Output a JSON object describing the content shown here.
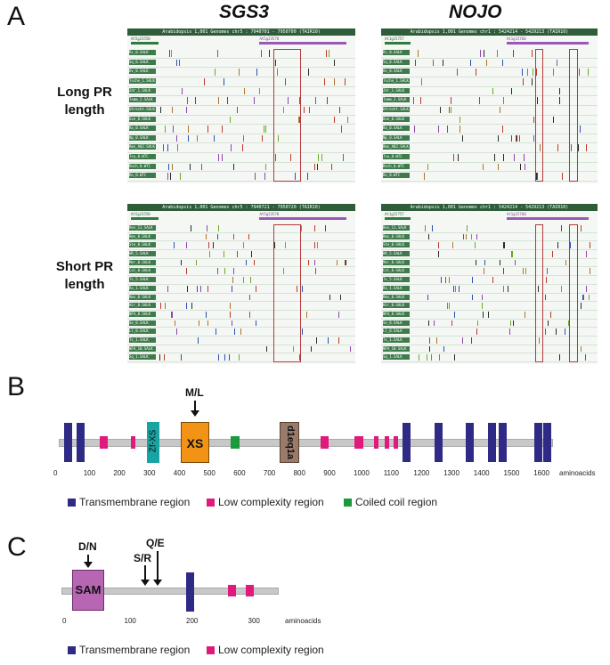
{
  "panel_a": {
    "letter": "A",
    "genes": [
      "SGS3",
      "NOJO"
    ],
    "row_labels": [
      "Long PR length",
      "Short PR length"
    ],
    "browsers": [
      {
        "header": "Arabidopsis 1,001 Genomes  chr5 : 7940701 - 7950700 (TAIR10)",
        "gene_left": "At5g23550",
        "gene_right": "At5g23570",
        "samples": [
          "Rc_0.SALK",
          "Sq_0.SALK",
          "Ov_0.SALK",
          "Tsche_1.SALK",
          "Zdr_1.SALK",
          "Tamm_2.SALK",
          "Utrecht.SALK",
          "Ove_0.SALK",
          "Ra_0.SALK",
          "Np_0.SALK",
          "Rmx_A02.SALK",
          "Tsu_0.WTC",
          "Roch_0.WTC",
          "Ro_0.WTC"
        ]
      },
      {
        "header": "Arabidopsis 1,001 Genomes  chr1 : 5424214 - 5429213 (TAIR10)",
        "gene_left": "At1g15757",
        "gene_right": "At1g15760",
        "samples": [
          "Rc_0.SALK",
          "Sq_0.SALK",
          "Ov_0.SALK",
          "Tsche_1.SALK",
          "Zdr_1.SALK",
          "Tamm_2.SALK",
          "Utrecht.SALK",
          "Ove_0.SALK",
          "Ra_0.SALK",
          "Np_0.SALK",
          "Rmx_A02.SALK",
          "Tsu_0.WTC",
          "Roch_0.WTC",
          "Ro_0.WTC"
        ]
      },
      {
        "header": "Arabidopsis 1,001 Genomes  chr5 : 7940721 - 7950720 (TAIR10)",
        "gene_left": "At5g23550",
        "gene_right": "At5g23570",
        "samples": [
          "Rev_11.SALK",
          "Rmx_0.SALK",
          "Ste_0.SALK",
          "HR_5.SALK",
          "Mer_0.SALK",
          "Col_0.SALK",
          "Ts_5.SALK",
          "Ra_1.SALK",
          "Rmx_0.SALK",
          "Hir_0.SALK",
          "NFA_8.SALK",
          "Se_0.SALK",
          "Ll_0.SALK",
          "Ts_1.SALK",
          "NFA_10.SALK",
          "Sq_1.SALK"
        ]
      },
      {
        "header": "Arabidopsis 1,001 Genomes  chr1 : 5424214 - 5429213 (TAIR10)",
        "gene_left": "At1g15757",
        "gene_right": "At1g15760",
        "samples": [
          "Rev_11.SALK",
          "Rmx_0.SALK",
          "Ste_0.SALK",
          "HR_5.SALK",
          "Mer_0.SALK",
          "Col_0.SALK",
          "Ts_5.SALK",
          "Ra_1.SALK",
          "Rmx_0.SALK",
          "Hir_0.SALK",
          "NFA_8.SALK",
          "Se_0.SALK",
          "Ll_0.SALK",
          "Ts_1.SALK",
          "NFA_10.SALK",
          "Sq_1.SALK"
        ]
      }
    ]
  },
  "panel_b": {
    "letter": "B",
    "domain_labels": {
      "zf": "Zf-XS",
      "xs": "XS",
      "dfeq": "d1eq1a"
    },
    "mutation": "M/L",
    "ticks": [
      "0",
      "100",
      "200",
      "300",
      "400",
      "500",
      "600",
      "700",
      "800",
      "900",
      "1000",
      "1100",
      "1200",
      "1300",
      "1400",
      "1500",
      "1600"
    ],
    "axis_unit": "aminoacids",
    "legend": [
      {
        "label": "Transmembrane region",
        "color": "#2e2a86"
      },
      {
        "label": "Low complexity region",
        "color": "#e0197d"
      },
      {
        "label": "Coiled coil region",
        "color": "#1a9a3c"
      }
    ],
    "colors": {
      "tm": "#2e2a86",
      "lc": "#e0197d",
      "cc": "#1a9a3c",
      "zf": "#1aa3a3",
      "xs": "#f29316",
      "dfeq": "#9a7b6b"
    }
  },
  "panel_c": {
    "letter": "C",
    "domain_label": "SAM",
    "mutations": [
      "D/N",
      "S/R",
      "Q/E"
    ],
    "ticks": [
      "0",
      "100",
      "200",
      "300"
    ],
    "axis_unit": "aminoacids",
    "legend": [
      {
        "label": "Transmembrane region",
        "color": "#2e2a86"
      },
      {
        "label": "Low complexity region",
        "color": "#e0197d"
      }
    ],
    "colors": {
      "sam": "#b666b3"
    }
  }
}
